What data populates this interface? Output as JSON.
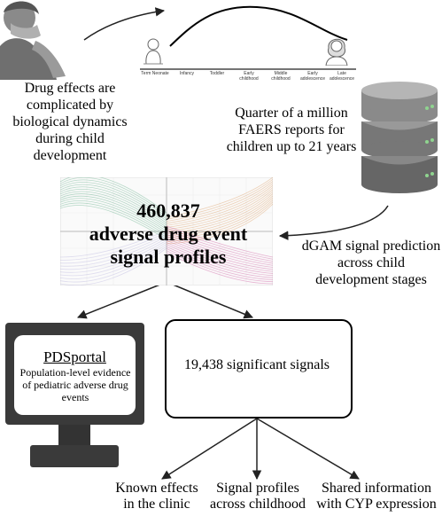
{
  "dev_caption": "Drug effects are complicated by biological dynamics during child development",
  "dev_stages": [
    "Term Neonate",
    "Infancy",
    "Toddler",
    "Early childhood",
    "Middle childhood",
    "Early adolescence",
    "Late adolescence"
  ],
  "faers_caption": "Quarter of a million FAERS reports for children up to 21 years",
  "profiles_count": "460,837",
  "profiles_line2": "adverse drug event",
  "profiles_line3": "signal profiles",
  "dgam_caption": "dGAM signal prediction across child development stages",
  "portal": {
    "title": "PDSportal",
    "subtitle": "Population-level evidence of pediatric adverse drug events"
  },
  "significant_signals": "19,438 significant signals",
  "outcomes": [
    "Known effects in the clinic",
    "Signal profiles across childhood",
    "Shared information with CYP expression"
  ],
  "colors": {
    "green": "#3a9a6a",
    "orange": "#d4843a",
    "magenta": "#c2338a",
    "lavender": "#a9a3d6",
    "database": "#8a8a8a"
  }
}
